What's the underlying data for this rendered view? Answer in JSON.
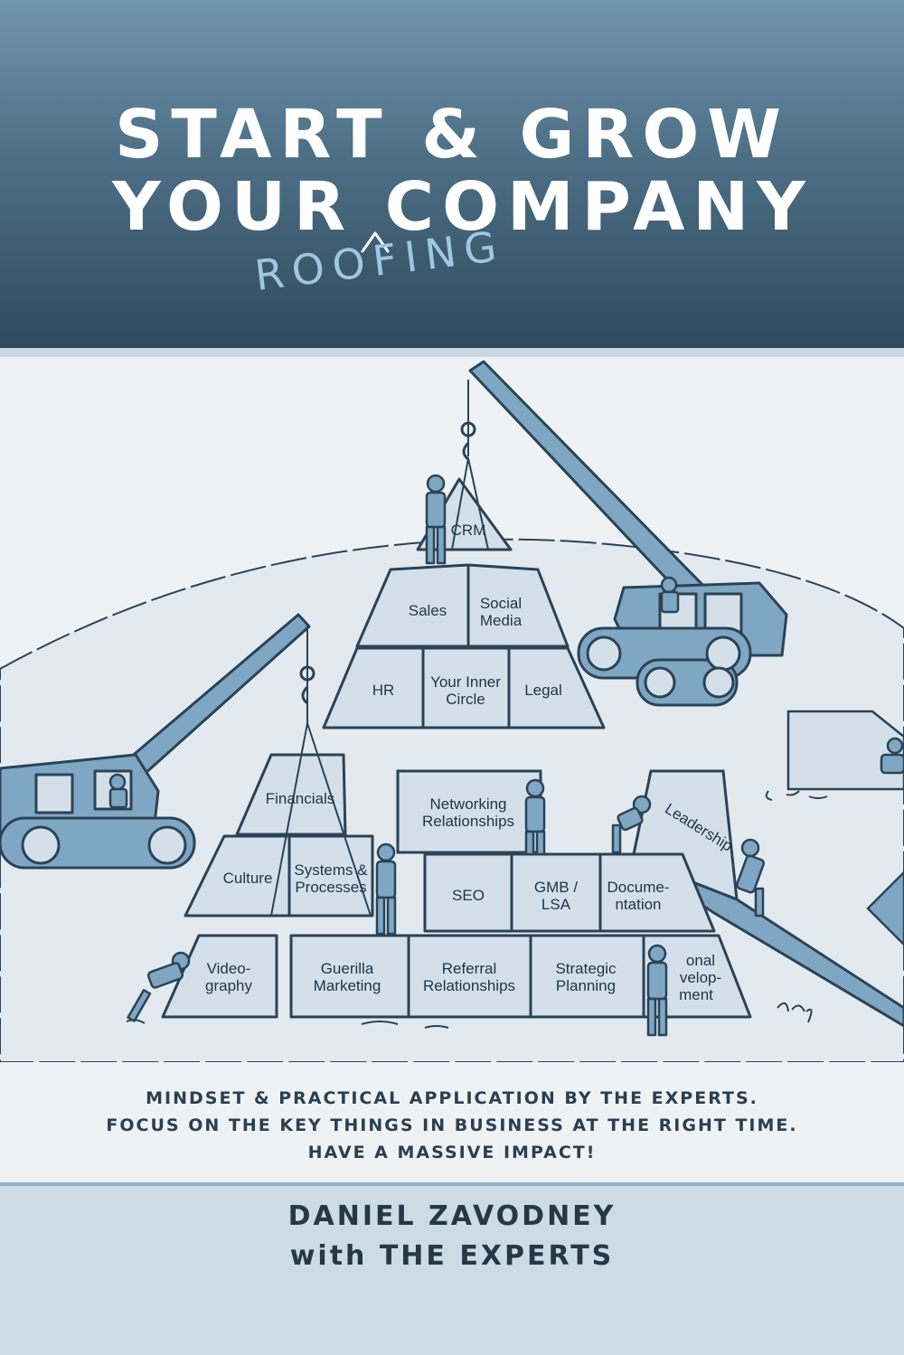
{
  "cover": {
    "title_line1": "START & GROW",
    "title_line2": "YOUR COMPANY",
    "inserted_word": "ROOFING",
    "caret_icon": "caret-insert-icon",
    "tagline": [
      "MINDSET & PRACTICAL APPLICATION BY THE EXPERTS.",
      "FOCUS ON THE KEY THINGS IN BUSINESS AT THE RIGHT TIME.",
      "HAVE A MASSIVE IMPACT!"
    ],
    "author_line1": "DANIEL ZAVODNEY",
    "author_line2": "with THE EXPERTS"
  },
  "blocks": {
    "crm": "CRM",
    "sales": "Sales",
    "social_media": [
      "Social",
      "Media"
    ],
    "hr": "HR",
    "inner_circle": [
      "Your Inner",
      "Circle"
    ],
    "legal": "Legal",
    "financials": "Financials",
    "culture": "Culture",
    "systems": [
      "Systems &",
      "Processes"
    ],
    "networking": [
      "Networking",
      "Relationships"
    ],
    "leadership": "Leadership",
    "seo": "SEO",
    "gmb": [
      "GMB /",
      "LSA"
    ],
    "documentation": [
      "Docume-",
      "ntation"
    ],
    "videography": [
      "Video-",
      "graphy"
    ],
    "guerilla": [
      "Guerilla",
      "Marketing"
    ],
    "referral": [
      "Referral",
      "Relationships"
    ],
    "strategic": [
      "Strategic",
      "Planning"
    ],
    "personal_dev": [
      "onal",
      "velop-",
      "ment"
    ]
  },
  "colors": {
    "header_top": "#6f95ad",
    "header_bottom": "#2f4a5d",
    "accent": "#9fc7e0",
    "machine": "#7fa7c3",
    "block": "#d3e0e9",
    "outline": "#2b4356",
    "background": "#eef2f5"
  }
}
